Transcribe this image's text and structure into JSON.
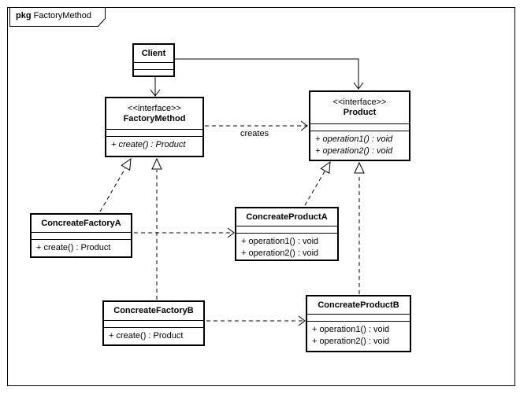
{
  "package": {
    "keyword": "pkg",
    "name": "FactoryMethod"
  },
  "classes": {
    "client": {
      "name": "Client",
      "operations": []
    },
    "factoryMethod": {
      "stereotype": "<<interface>>",
      "name": "FactoryMethod",
      "operations": [
        "+ create() : Product"
      ]
    },
    "product": {
      "stereotype": "<<interface>>",
      "name": "Product",
      "operations": [
        "+ operation1() : void",
        "+ operation2() : void"
      ]
    },
    "concreateFactoryA": {
      "name": "ConcreateFactoryA",
      "operations": [
        "+ create() : Product"
      ]
    },
    "concreateProductA": {
      "name": "ConcreateProductA",
      "operations": [
        "+ operation1() : void",
        "+ operation2() : void"
      ]
    },
    "concreateFactoryB": {
      "name": "ConcreateFactoryB",
      "operations": [
        "+ create() : Product"
      ]
    },
    "concreateProductB": {
      "name": "ConcreateProductB",
      "operations": [
        "+ operation1() : void",
        "+ operation2() : void"
      ]
    }
  },
  "labels": {
    "creates": "creates"
  },
  "relations": [
    {
      "from": "Client",
      "to": "FactoryMethod",
      "type": "directed-association"
    },
    {
      "from": "Client",
      "to": "Product",
      "type": "directed-association"
    },
    {
      "from": "FactoryMethod",
      "to": "Product",
      "type": "dependency",
      "label": "creates"
    },
    {
      "from": "ConcreateFactoryA",
      "to": "FactoryMethod",
      "type": "realization"
    },
    {
      "from": "ConcreateFactoryB",
      "to": "FactoryMethod",
      "type": "realization"
    },
    {
      "from": "ConcreateProductA",
      "to": "Product",
      "type": "realization"
    },
    {
      "from": "ConcreateProductB",
      "to": "Product",
      "type": "realization"
    },
    {
      "from": "ConcreateFactoryA",
      "to": "ConcreateProductA",
      "type": "dependency"
    },
    {
      "from": "ConcreateFactoryB",
      "to": "ConcreateProductB",
      "type": "dependency"
    }
  ],
  "colors": {
    "line": "#000000",
    "background": "#ffffff"
  }
}
